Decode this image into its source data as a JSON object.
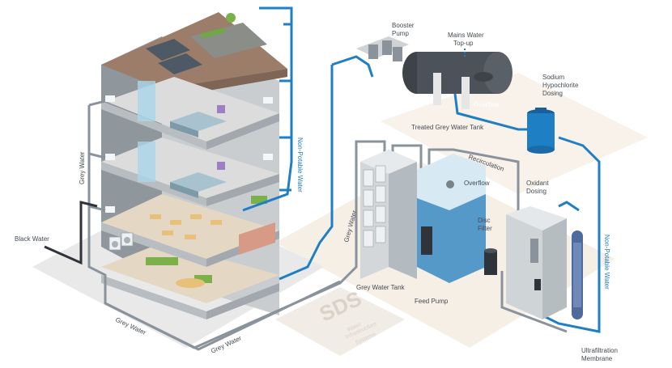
{
  "labels": {
    "booster_pump_1": "Booster",
    "booster_pump_2": "Pump",
    "mains_water_1": "Mains Water",
    "mains_water_2": "Top-up",
    "sodium_1": "Sodium",
    "sodium_2": "Hypochlorite",
    "sodium_3": "Dosing",
    "overflow_tank": "Overflow",
    "treated_tank": "Treated Grey Water Tank",
    "recirculation": "Recirculation",
    "overflow_grey": "Overflow",
    "oxidant_1": "Oxidant",
    "oxidant_2": "Dosing",
    "disc_1": "Disc",
    "disc_2": "Filter",
    "grey_water_tank": "Grey Water Tank",
    "feed_pump": "Feed Pump",
    "uf_1": "Ultrafiltration",
    "uf_2": "Membrane",
    "black_water": "Black Water",
    "grey_water_left": "Grey Water",
    "grey_water_bottom1": "Grey Water",
    "grey_water_bottom2": "Grey Water",
    "grey_water_mid": "Grey Water",
    "non_potable_building": "Non-Potable Water",
    "non_potable_right": "Non-Potable Water",
    "watermark_logo": "SDS",
    "watermark_sub1": "Water",
    "watermark_sub2": "Infrastructure",
    "watermark_sub3": "Systems"
  },
  "colors": {
    "pipe_blue": "#1f7fc4",
    "pipe_grey": "#8a939b",
    "pipe_black": "#2f343a",
    "roof": "#9b7d6a",
    "floor_tan": "#e8dccb",
    "tank_dark": "#4c5259"
  }
}
